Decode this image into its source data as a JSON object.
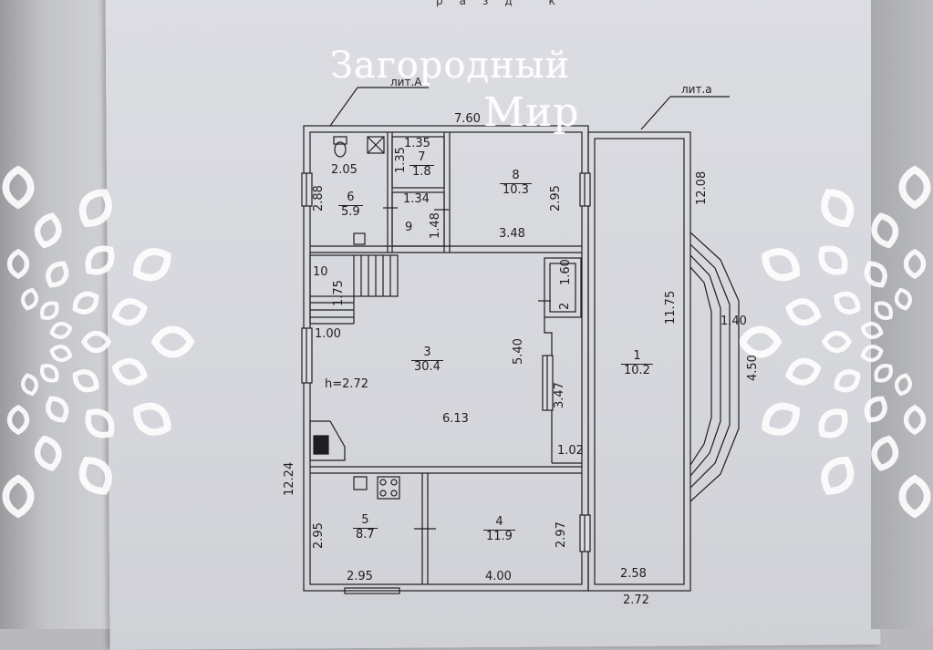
{
  "watermark": {
    "line1": "Загородный",
    "line2": "Мир"
  },
  "header_cut": "разд к",
  "building_labels": {
    "lit_a": "лит.А",
    "lit_a2": "лит.а"
  },
  "rooms": [
    {
      "id": "1",
      "num": "1",
      "area": "10.2"
    },
    {
      "id": "3",
      "num": "3",
      "area": "30.4"
    },
    {
      "id": "4",
      "num": "4",
      "area": "11.9"
    },
    {
      "id": "5",
      "num": "5",
      "area": "8.7"
    },
    {
      "id": "6",
      "num": "6",
      "area": "5.9"
    },
    {
      "id": "7",
      "num": "7",
      "area": "1.8"
    },
    {
      "id": "8",
      "num": "8",
      "area": "10.3"
    },
    {
      "id": "9",
      "num": "9",
      "area": ""
    },
    {
      "id": "10",
      "num": "10",
      "area": ""
    },
    {
      "id": "2",
      "num": "2",
      "area": ""
    }
  ],
  "dimensions": {
    "d_760": "7.60",
    "d_1208": "12.08",
    "d_135a": "1.35",
    "d_135b": "1.35",
    "d_205": "2.05",
    "d_288": "2.88",
    "d_134": "1.34",
    "d_148": "1.48",
    "d_295a": "2.95",
    "d_348": "3.48",
    "d_175": "1.75",
    "d_160": "1.60",
    "d_100": "1.00",
    "d_540": "5.40",
    "d_h": "h=2.72",
    "d_613": "6.13",
    "d_347": "3.47",
    "d_102": "1.02",
    "d_1175": "11.75",
    "d_140": "1.40",
    "d_450": "4.50",
    "d_1224": "12.24",
    "d_295b": "2.95",
    "d_295c": "2.95",
    "d_297": "2.97",
    "d_400": "4.00",
    "d_258": "2.58",
    "d_272": "2.72"
  },
  "colors": {
    "ink": "#1e1e22",
    "paper": "#dcdde2",
    "watermark": "#ffffff"
  }
}
